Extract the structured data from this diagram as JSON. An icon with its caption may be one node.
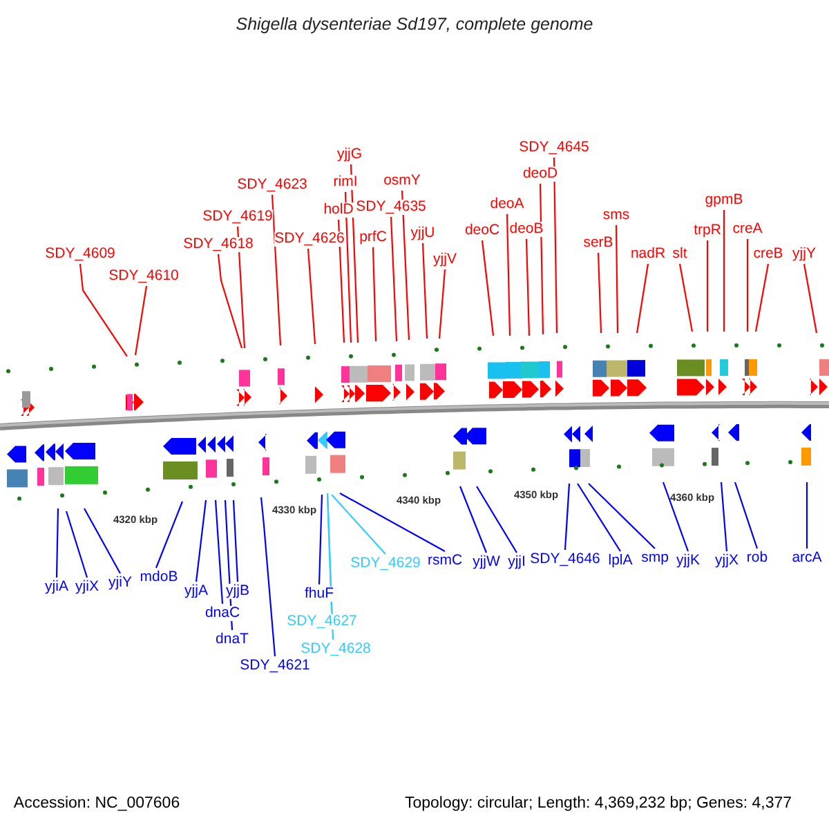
{
  "diagram": {
    "title": "Shigella dysenteriae Sd197, complete genome",
    "nodes": [
      {
        "text": [
          "SDY_4609"
        ]
      },
      {
        "text": [
          "SDY_4610"
        ]
      },
      {
        "text": [
          "SDY_4618"
        ]
      },
      {
        "text": [
          "SDY_4619"
        ]
      },
      {
        "text": [
          "SDY_4623"
        ]
      },
      {
        "text": [
          "SDY_4626"
        ]
      },
      {
        "text": [
          "rimI"
        ]
      },
      {
        "text": [
          "yjjG"
        ]
      },
      {
        "text": [
          "holD"
        ]
      },
      {
        "text": [
          "SDY_4635"
        ]
      },
      {
        "text": [
          "prfC"
        ]
      },
      {
        "text": [
          "osmY"
        ]
      },
      {
        "text": [
          "yjjU"
        ]
      },
      {
        "text": [
          "yjjV"
        ]
      },
      {
        "text": [
          "deoC"
        ]
      },
      {
        "text": [
          "deoA"
        ]
      },
      {
        "text": [
          "deoB"
        ]
      },
      {
        "text": [
          "deoD"
        ]
      },
      {
        "text": [
          "SDY_4645"
        ]
      },
      {
        "text": [
          "serB"
        ]
      },
      {
        "text": [
          "sms"
        ]
      },
      {
        "text": [
          "nadR"
        ]
      },
      {
        "text": [
          "slt"
        ]
      },
      {
        "text": [
          "trpR"
        ]
      },
      {
        "text": [
          "gpmB"
        ]
      },
      {
        "text": [
          "creA"
        ]
      },
      {
        "text": [
          "creB"
        ]
      },
      {
        "text": [
          "yjjY"
        ]
      },
      {
        "text": [
          "yjiA"
        ]
      },
      {
        "text": [
          "yjiX"
        ]
      },
      {
        "text": [
          "yjiY"
        ]
      },
      {
        "text": [
          "mdoB"
        ]
      },
      {
        "text": [
          "yjjA"
        ]
      },
      {
        "text": [
          "dnaC"
        ]
      },
      {
        "text": [
          "dnaT"
        ]
      },
      {
        "text": [
          "yjjB"
        ]
      },
      {
        "text": [
          "SDY_4621"
        ]
      },
      {
        "text": [
          "fhuF"
        ]
      },
      {
        "text": [
          "SDY_4627"
        ]
      },
      {
        "text": [
          "SDY_4628"
        ]
      },
      {
        "text": [
          "SDY_4629"
        ]
      },
      {
        "text": [
          "rsmC"
        ]
      },
      {
        "text": [
          "yjjW"
        ]
      },
      {
        "text": [
          "yjjI"
        ]
      },
      {
        "text": [
          "SDY_4646"
        ]
      },
      {
        "text": [
          "lplA"
        ]
      },
      {
        "text": [
          "smp"
        ]
      },
      {
        "text": [
          "yjjK"
        ]
      },
      {
        "text": [
          "yjjX"
        ]
      },
      {
        "text": [
          "rob"
        ]
      },
      {
        "text": [
          "arcA"
        ]
      }
    ],
    "edges": [
      {
        "from": 0,
        "to": null,
        "arrow": "none"
      },
      {
        "from": 1,
        "to": null,
        "arrow": "none"
      },
      {
        "from": 2,
        "to": null,
        "arrow": "none"
      },
      {
        "from": 3,
        "to": null,
        "arrow": "none"
      },
      {
        "from": 4,
        "to": null,
        "arrow": "none"
      },
      {
        "from": 5,
        "to": null,
        "arrow": "none"
      },
      {
        "from": 6,
        "to": null,
        "arrow": "none"
      },
      {
        "from": 7,
        "to": null,
        "arrow": "none"
      },
      {
        "from": 8,
        "to": null,
        "arrow": "none"
      },
      {
        "from": 9,
        "to": null,
        "arrow": "none"
      },
      {
        "from": 10,
        "to": null,
        "arrow": "none"
      },
      {
        "from": 11,
        "to": null,
        "arrow": "none"
      },
      {
        "from": 12,
        "to": null,
        "arrow": "none"
      },
      {
        "from": 13,
        "to": null,
        "arrow": "none"
      },
      {
        "from": 14,
        "to": null,
        "arrow": "none"
      },
      {
        "from": 15,
        "to": null,
        "arrow": "none"
      },
      {
        "from": 16,
        "to": null,
        "arrow": "none"
      },
      {
        "from": 17,
        "to": null,
        "arrow": "none"
      },
      {
        "from": 18,
        "to": null,
        "arrow": "none"
      },
      {
        "from": 19,
        "to": null,
        "arrow": "none"
      },
      {
        "from": 20,
        "to": null,
        "arrow": "none"
      },
      {
        "from": 21,
        "to": null,
        "arrow": "none"
      },
      {
        "from": 22,
        "to": null,
        "arrow": "none"
      },
      {
        "from": 23,
        "to": null,
        "arrow": "none"
      },
      {
        "from": 24,
        "to": null,
        "arrow": "none"
      },
      {
        "from": 25,
        "to": null,
        "arrow": "none"
      },
      {
        "from": 26,
        "to": null,
        "arrow": "none"
      },
      {
        "from": 27,
        "to": null,
        "arrow": "none"
      },
      {
        "from": 28,
        "to": null,
        "arrow": "none",
        "color": "#0000ff"
      },
      {
        "from": 29,
        "to": null,
        "arrow": "none",
        "color": "#0000ff"
      },
      {
        "from": 30,
        "to": null,
        "arrow": "none",
        "color": "#0000ff"
      },
      {
        "from": 31,
        "to": null,
        "arrow": "none",
        "color": "#0000ff"
      },
      {
        "from": 32,
        "to": null,
        "arrow": "none",
        "color": "#0000ff"
      },
      {
        "from": 33,
        "to": null,
        "arrow": "none",
        "color": "#0000ff"
      },
      {
        "from": 34,
        "to": null,
        "arrow": "none",
        "color": "#0000ff"
      },
      {
        "from": 35,
        "to": null,
        "arrow": "none",
        "color": "#0000ff"
      },
      {
        "from": 36,
        "to": null,
        "arrow": "none",
        "color": "#0000ff"
      },
      {
        "from": 37,
        "to": null,
        "arrow": "none",
        "color": "#0000ff"
      },
      {
        "from": 38,
        "to": null,
        "arrow": "none",
        "color": "#33ccff"
      },
      {
        "from": 39,
        "to": null,
        "arrow": "none",
        "color": "#33ccff"
      },
      {
        "from": 40,
        "to": null,
        "arrow": "none",
        "color": "#33ccff"
      },
      {
        "from": 41,
        "to": null,
        "arrow": "none",
        "color": "#0000ff"
      },
      {
        "from": 42,
        "to": null,
        "arrow": "none",
        "color": "#0000ff"
      },
      {
        "from": 43,
        "to": null,
        "arrow": "none",
        "color": "#0000ff"
      },
      {
        "from": 44,
        "to": null,
        "arrow": "none",
        "color": "#0000ff"
      },
      {
        "from": 45,
        "to": null,
        "arrow": "none",
        "color": "#0000ff"
      },
      {
        "from": 46,
        "to": null,
        "arrow": "none",
        "color": "#0000ff"
      },
      {
        "from": 47,
        "to": null,
        "arrow": "none",
        "color": "#0000ff"
      },
      {
        "from": 48,
        "to": null,
        "arrow": "none",
        "color": "#0000ff"
      },
      {
        "from": 49,
        "to": null,
        "arrow": "none",
        "color": "#0000ff"
      },
      {
        "from": 50,
        "to": null,
        "arrow": "none",
        "color": "#0000ff"
      }
    ],
    "labels": [
      "4320 kbp",
      "4330 kbp",
      "4340 kbp",
      "4350 kbp",
      "4360 kbp",
      "Accession: NC_007606",
      "Topology: circular; Length: 4,369,232 bp; Genes: 4,377"
    ]
  }
}
